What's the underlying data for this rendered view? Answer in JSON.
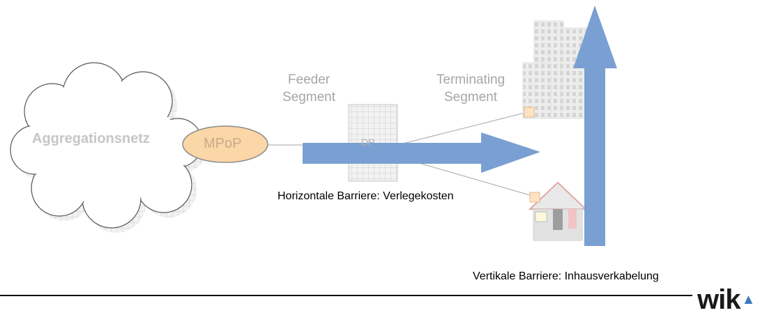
{
  "diagram": {
    "cloud_label": "Aggregationsnetz",
    "mpop_label": "MPoP",
    "dp_label": "DP",
    "feeder_label_line1": "Feeder",
    "feeder_label_line2": "Segment",
    "terminating_label_line1": "Terminating",
    "terminating_label_line2": "Segment",
    "horizontal_barrier": "Horizontale Barriere: Verlegekosten",
    "vertical_barrier": "Vertikale Barriere: Inhausverkabelung"
  },
  "logo": {
    "text": "wik"
  },
  "colors": {
    "arrow_blue": "#7a9fd2",
    "mpop_fill": "#fbd6a6",
    "mpop_stroke": "#9a8a6a",
    "faded_gray": "#a6a6a6"
  }
}
